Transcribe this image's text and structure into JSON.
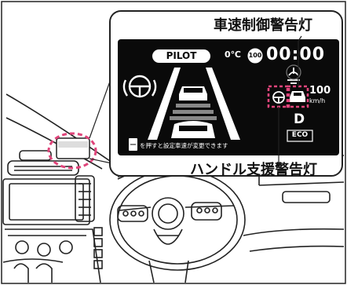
{
  "callouts": {
    "top_label": "車速制御警告灯",
    "bottom_label": "ハンドル支援警告灯"
  },
  "display": {
    "mode_badge": "PILOT",
    "temperature": "0℃",
    "speed_limit_sign": "100",
    "clock": "00:00",
    "set_speed": "100",
    "speed_unit": "km/h",
    "gear": "D",
    "drive_mode": "ECO",
    "hint_text": "を押すと設定車速が変更できます",
    "colors": {
      "screen_bg": "#0a0a0a",
      "text": "#ffffff",
      "highlight_ring": "#e0457b"
    }
  }
}
